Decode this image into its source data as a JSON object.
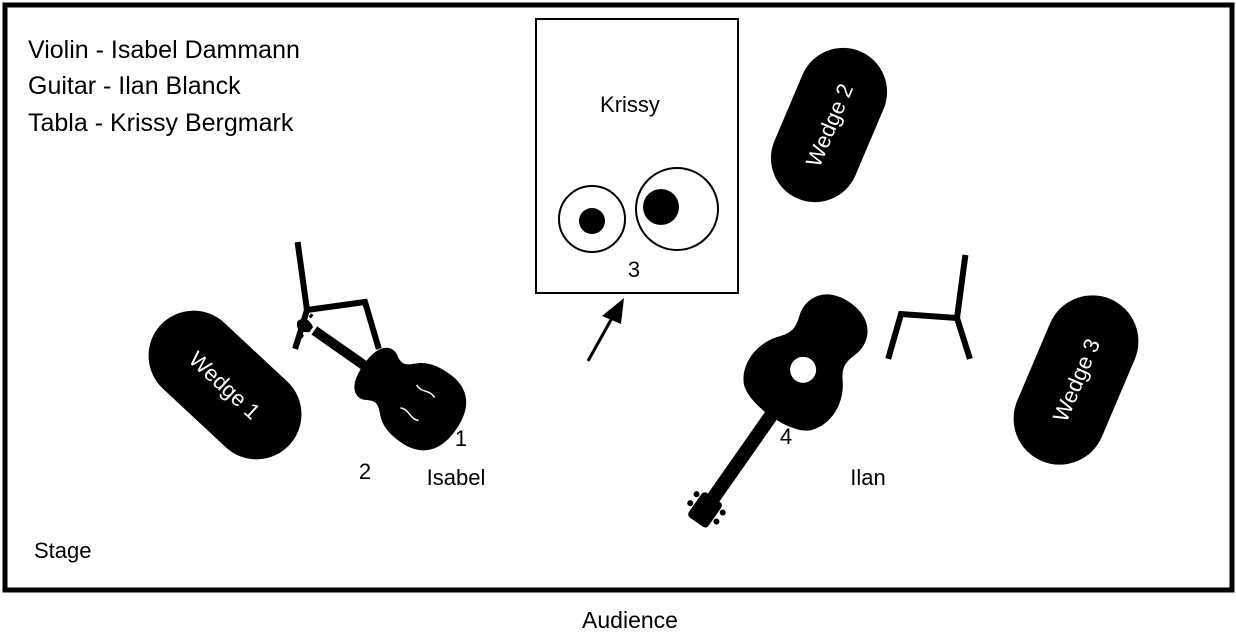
{
  "roster": [
    "Violin - Isabel Dammann",
    "Guitar - Ilan Blanck",
    "Tabla - Krissy Bergmark"
  ],
  "drum_riser_label": "Krissy",
  "position_labels": {
    "violin_input": "1",
    "wedge1_input": "2",
    "tabla_input": "3",
    "guitar_input": "4"
  },
  "performer_names": {
    "isabel": "Isabel",
    "ilan": "Ilan"
  },
  "wedges": [
    "Wedge 1",
    "Wedge 2",
    "Wedge 3"
  ],
  "stage_label": "Stage",
  "audience_label": "Audience",
  "colors": {
    "ink": "#000000",
    "background": "#ffffff"
  }
}
